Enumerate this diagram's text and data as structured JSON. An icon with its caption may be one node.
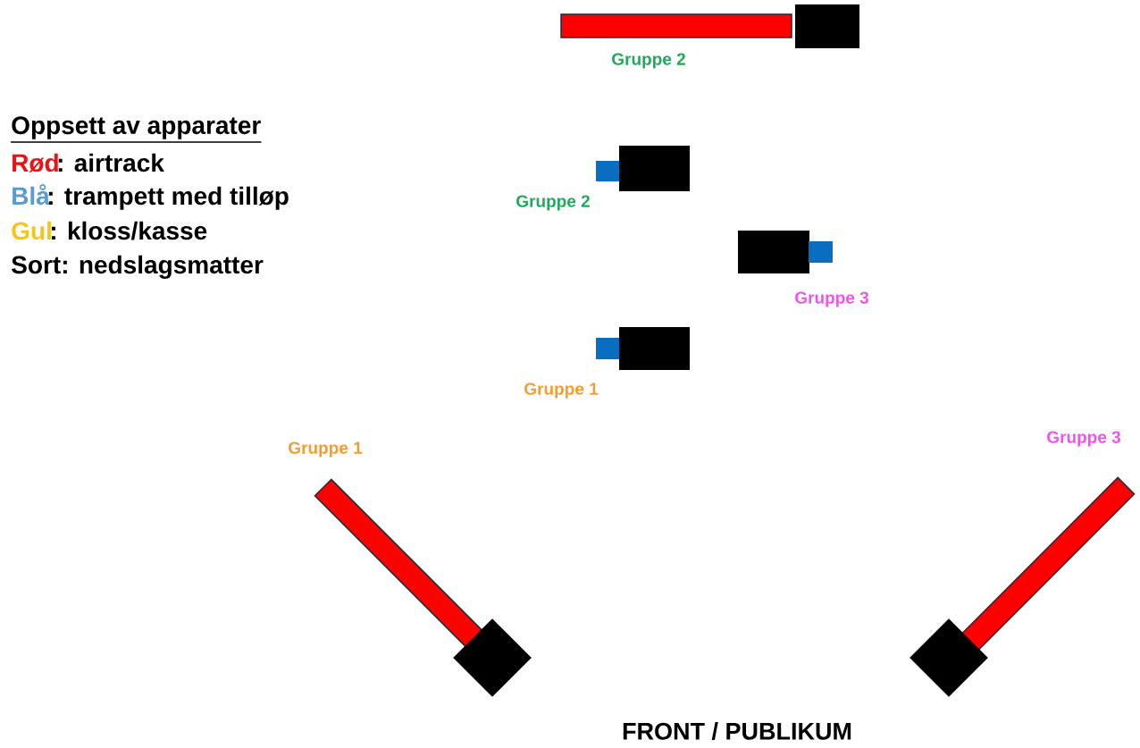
{
  "diagram": {
    "labels": [
      "Gruppe 2",
      "Oppsett av apparater",
      "Rød",
      ": airtrack",
      "Blå",
      ": trampett med tilløp",
      "Gruppe 2",
      "Gul",
      ": kloss/kasse",
      "Sort: nedslagsmatter",
      "Gruppe 3",
      "Gruppe 1",
      "Gruppe 1",
      "Gruppe 3",
      "FRONT / PUBLIKUM"
    ]
  }
}
